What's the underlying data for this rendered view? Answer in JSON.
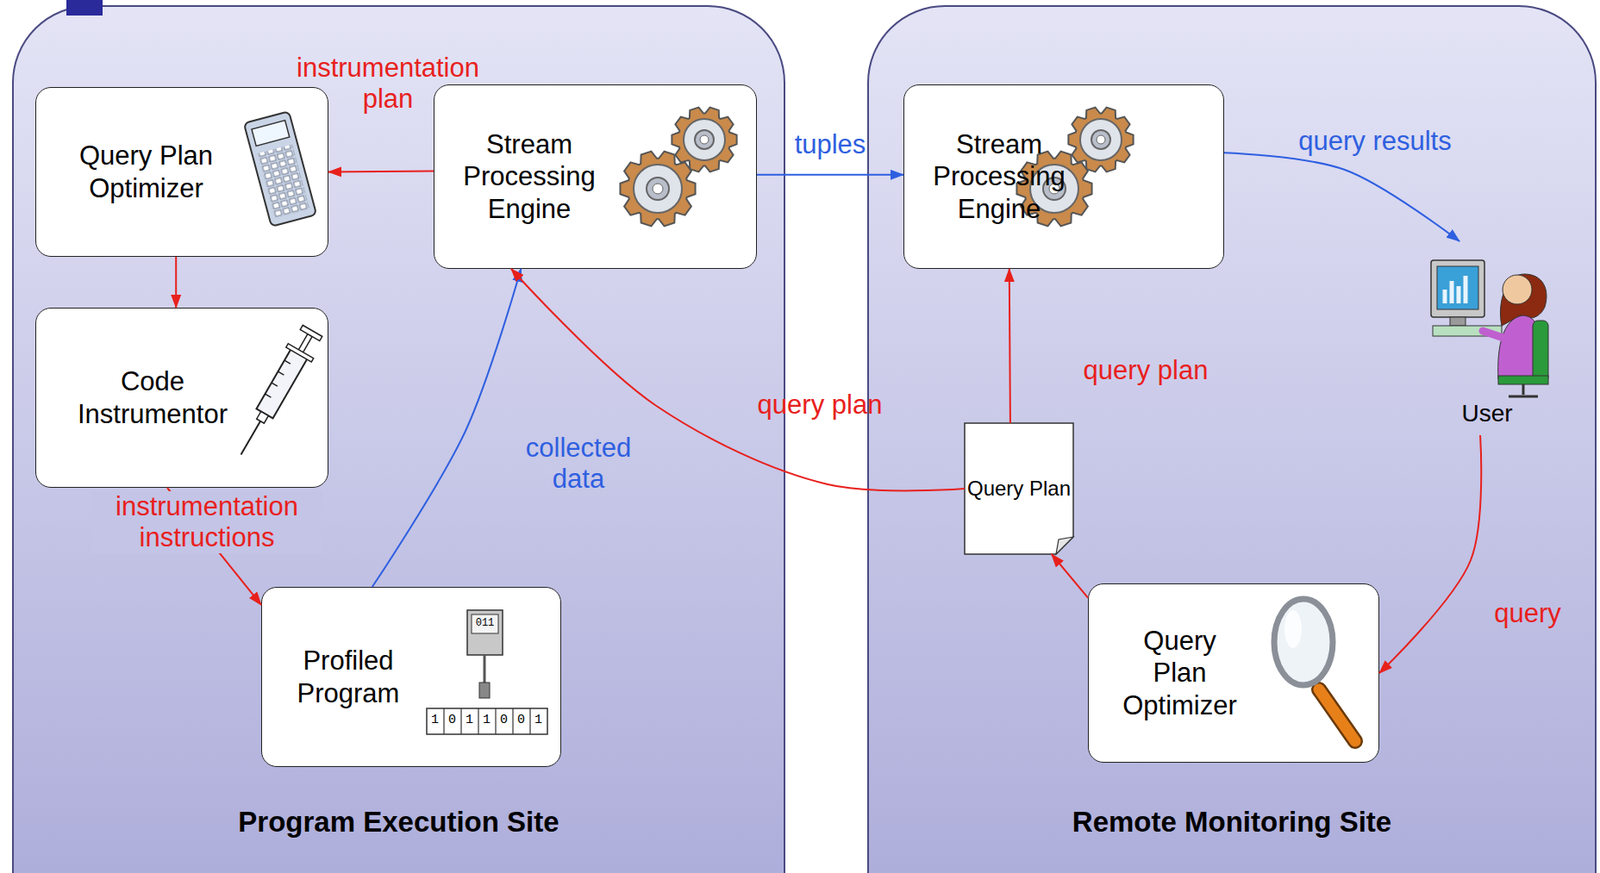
{
  "diagram": {
    "nodes": [
      {
        "text": [
          "Program Execution Site"
        ]
      },
      {
        "text": [
          "Query Plan Optimizer"
        ],
        "in": 0
      },
      {
        "text": [
          "Stream Processing Engine"
        ],
        "in": 0
      },
      {
        "text": [
          "Code Instrumentor"
        ],
        "in": 0
      },
      {
        "text": [
          "Profiled Program"
        ],
        "in": 0
      },
      {
        "text": [
          "Remote Monitoring Site"
        ]
      },
      {
        "text": [
          "Stream Processing Engine"
        ],
        "in": 5
      },
      {
        "text": [
          "User"
        ],
        "in": 5
      },
      {
        "text": [
          "Query Plan"
        ],
        "in": 5
      },
      {
        "text": [
          "Query Plan Optimizer"
        ],
        "in": 5
      }
    ],
    "edges": [
      {
        "from": 2,
        "to": 1,
        "label": "instrumentation plan",
        "arrow": "to"
      },
      {
        "from": 1,
        "to": 3,
        "arrow": "to"
      },
      {
        "from": 3,
        "to": 4,
        "label": "instrumentation instructions",
        "arrow": "to"
      },
      {
        "from": 4,
        "to": 2,
        "label": "collected data",
        "arrow": "to"
      },
      {
        "from": 2,
        "to": 6,
        "label": "tuples",
        "arrow": "to"
      },
      {
        "from": 6,
        "to": 7,
        "label": "query results",
        "arrow": "to"
      },
      {
        "from": 7,
        "to": 9,
        "label": "query",
        "arrow": "to"
      },
      {
        "from": 9,
        "to": 8,
        "arrow": "to"
      },
      {
        "from": 8,
        "to": 6,
        "label": "query plan",
        "arrow": "to"
      },
      {
        "from": 8,
        "to": 2,
        "label": "query plan",
        "arrow": "to"
      }
    ],
    "labels": [
      "011",
      "1 0 1 1 0 0 1"
    ]
  }
}
